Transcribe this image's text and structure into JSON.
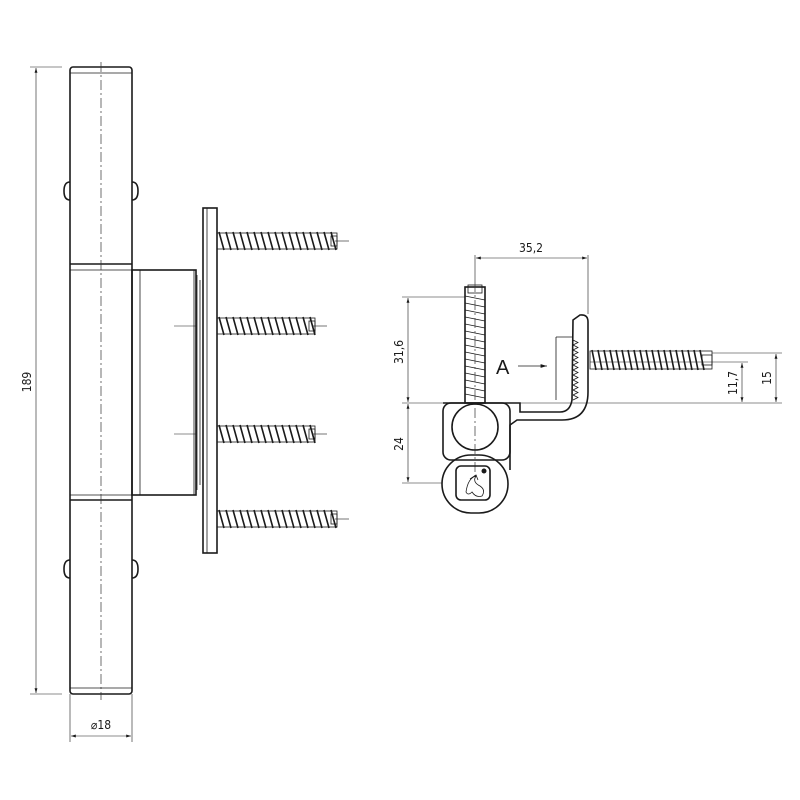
{
  "dimensions": {
    "total_height": "189",
    "diameter": "⌀18",
    "offset_width": "35,2",
    "depth_upper": "31,6",
    "depth_lower": "24",
    "thread_offset": "11,7",
    "plate_offset": "15"
  },
  "view_marker": "A",
  "colors": {
    "line": "#1a1a1a",
    "background": "#ffffff"
  }
}
